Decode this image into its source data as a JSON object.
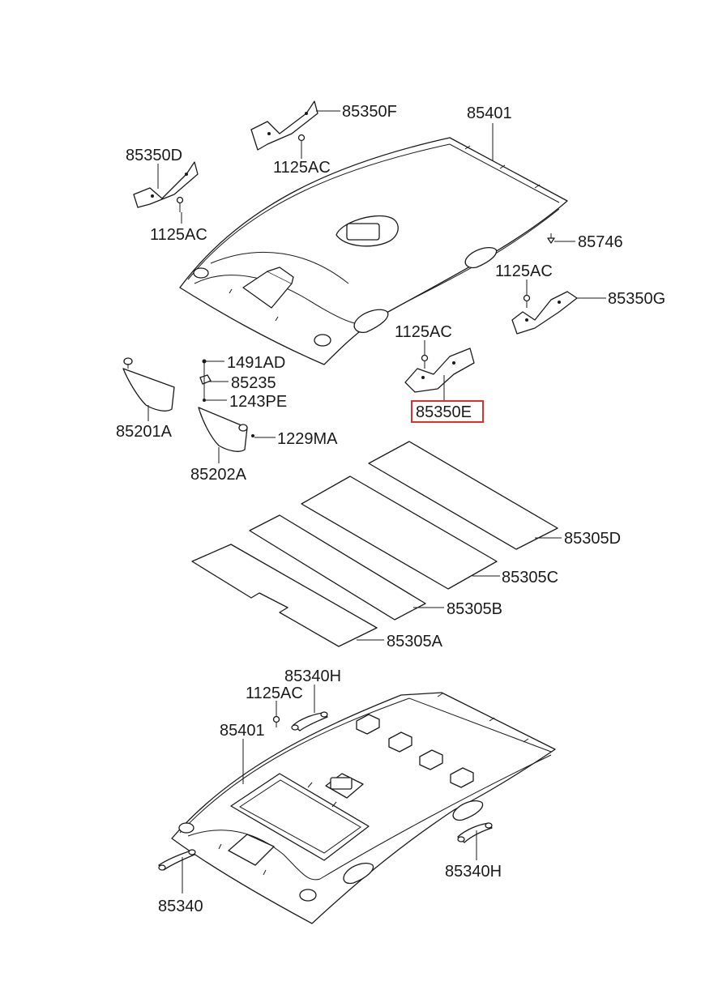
{
  "highlight_color": "#e0302a",
  "labels": {
    "p85350F": "85350F",
    "p85401_top": "85401",
    "p85350D": "85350D",
    "p1125AC_a": "1125AC",
    "p1125AC_b": "1125AC",
    "p85746": "85746",
    "p1125AC_c": "1125AC",
    "p85350G": "85350G",
    "p1125AC_d": "1125AC",
    "p85350E": "85350E",
    "p1491AD": "1491AD",
    "p85235": "85235",
    "p1243PE": "1243PE",
    "p85201A": "85201A",
    "p1229MA": "1229MA",
    "p85202A": "85202A",
    "p85305D": "85305D",
    "p85305C": "85305C",
    "p85305B": "85305B",
    "p85305A": "85305A",
    "p85340H_top": "85340H",
    "p1125AC_e": "1125AC",
    "p85401_bottom": "85401",
    "p85340H_bottom": "85340H",
    "p85340": "85340"
  }
}
